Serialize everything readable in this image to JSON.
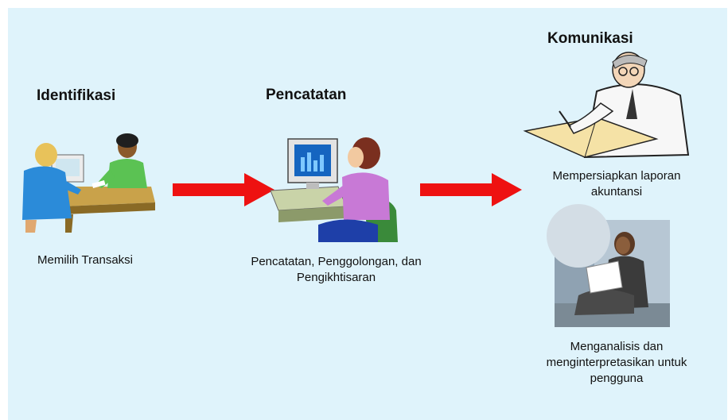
{
  "stages": {
    "identifikasi": {
      "title": "Identifikasi",
      "caption": "Memilih Transaksi"
    },
    "pencatatan": {
      "title": "Pencatatan",
      "caption_line1": "Pencatatan, Penggolongan, dan",
      "caption_line2": "Pengikhtisaran"
    },
    "komunikasi": {
      "title": "Komunikasi",
      "caption1_line1": "Mempersiapkan laporan",
      "caption1_line2": "akuntansi",
      "caption2_line1": "Menganalisis dan",
      "caption2_line2": "menginterpretasikan untuk",
      "caption2_line3": "pengguna"
    }
  },
  "colors": {
    "background": "#dff3fb",
    "arrow": "#ee1111"
  },
  "icons": {
    "identifikasi": "two-people-desk-clipart",
    "pencatatan": "woman-at-computer-clipart",
    "komunikasi_report": "man-writing-report-clipart",
    "komunikasi_analysis": "woman-reading-document-photo"
  }
}
